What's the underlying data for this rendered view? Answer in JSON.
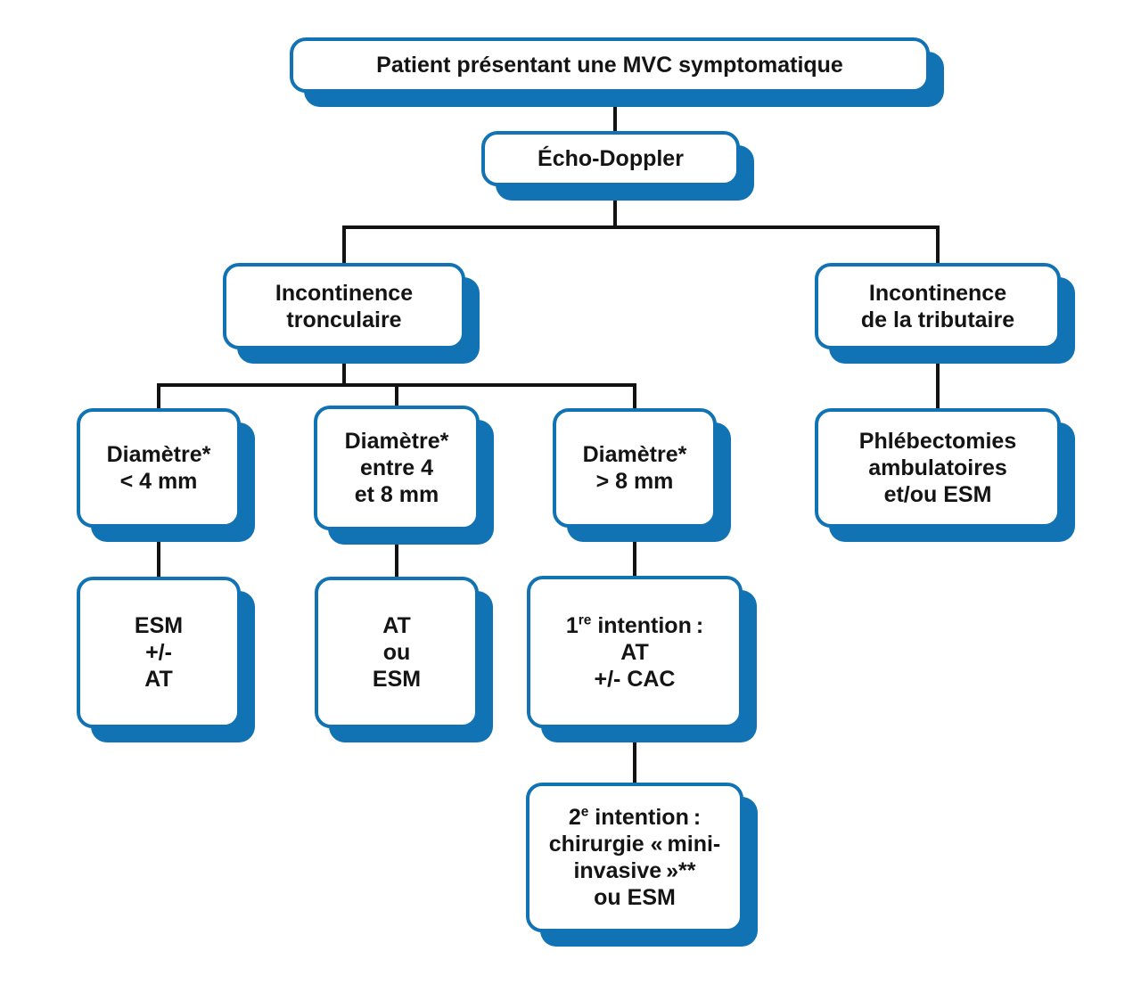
{
  "palette": {
    "box_border": "#1173b3",
    "shadow": "#1173b3",
    "line": "#121212",
    "box_bg": "#ffffff",
    "text": "#141414"
  },
  "nodes": {
    "patient": {
      "lines": [
        "Patient présentant une MVC symptomatique"
      ]
    },
    "echo": {
      "lines": [
        "Écho-Doppler"
      ]
    },
    "tronculaire": {
      "lines": [
        "Incontinence",
        "tronculaire"
      ]
    },
    "tributaire": {
      "lines": [
        "Incontinence",
        "de la tributaire"
      ]
    },
    "diam_lt4": {
      "lines": [
        "Diamètre*",
        "< 4 mm"
      ]
    },
    "diam_4_8": {
      "lines": [
        "Diamètre*",
        "entre 4",
        "et 8 mm"
      ]
    },
    "diam_gt8": {
      "lines": [
        "Diamètre*",
        "> 8 mm"
      ]
    },
    "phlebectomies": {
      "lines": [
        "Phlébectomies",
        "ambulatoires",
        "et/ou ESM"
      ]
    },
    "esm_at": {
      "lines": [
        "ESM",
        "+/-",
        "AT"
      ]
    },
    "at_esm": {
      "lines": [
        "AT",
        "ou",
        "ESM"
      ]
    },
    "intention1": {
      "sup_base": "1",
      "sup": "re",
      "after_sup": " intention :",
      "lines": [
        "AT",
        "+/- CAC"
      ]
    },
    "intention2": {
      "sup_base": "2",
      "sup": "e",
      "after_sup": " intention :",
      "lines": [
        "chirurgie « mini-",
        "invasive »**",
        "ou ESM"
      ]
    }
  }
}
